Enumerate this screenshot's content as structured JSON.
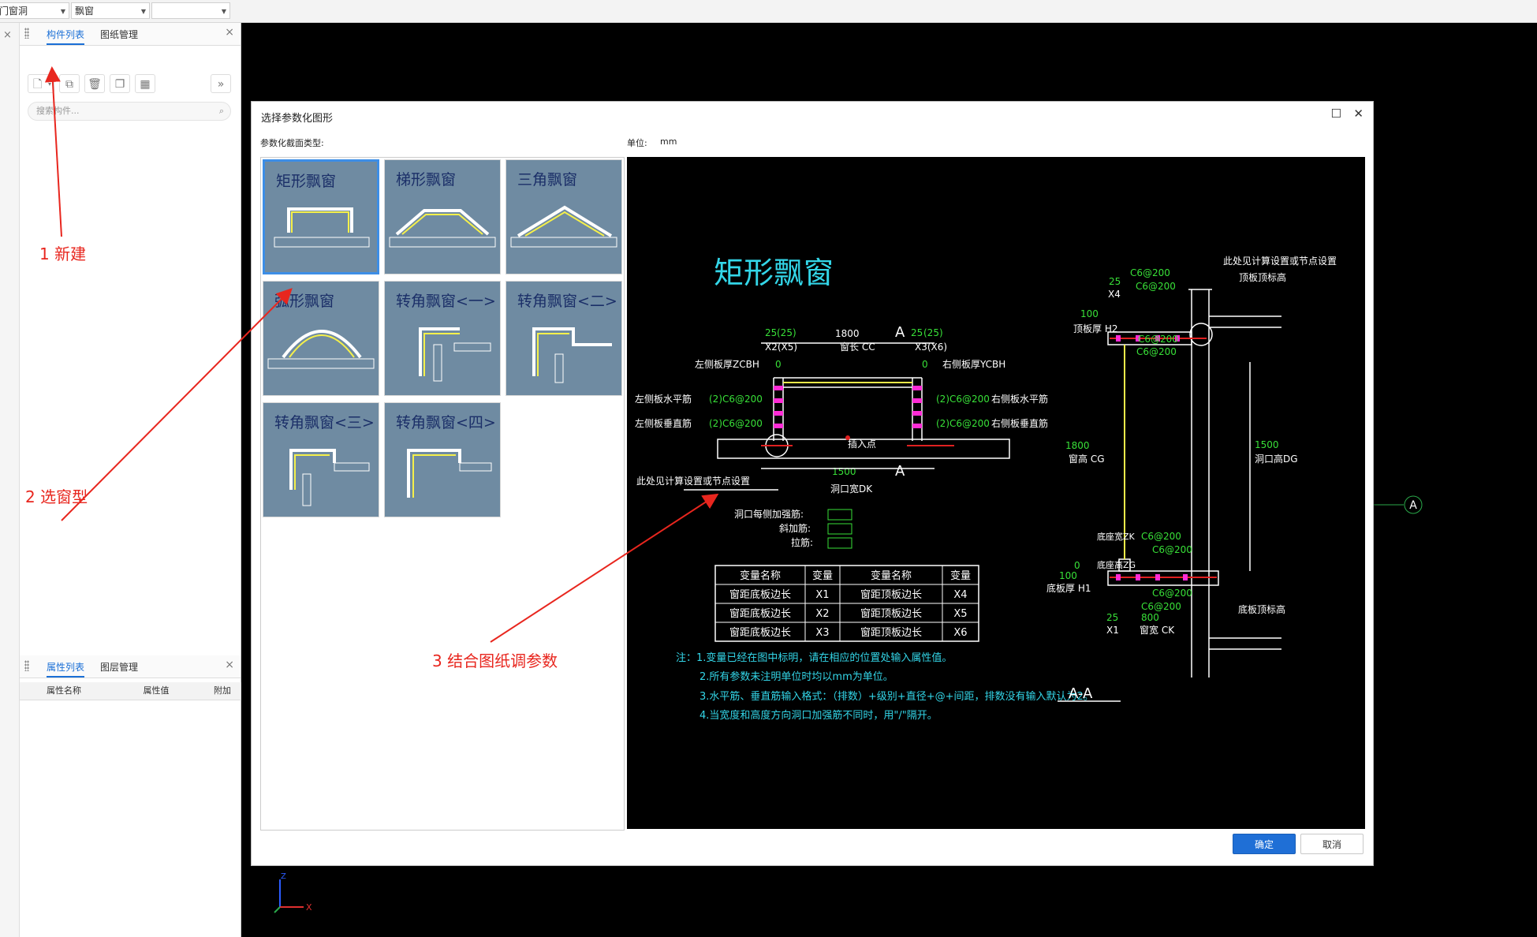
{
  "topbar": {
    "combo1": "门窗洞",
    "combo2": "飘窗"
  },
  "left_panel": {
    "tabs": [
      "构件列表",
      "图纸管理"
    ],
    "search_placeholder": "搜索构件...",
    "prop_tabs": [
      "属性列表",
      "图层管理"
    ],
    "prop_columns": [
      "属性名称",
      "属性值",
      "附加"
    ]
  },
  "dialog": {
    "title": "选择参数化图形",
    "section_label": "参数化截面类型:",
    "unit_label": "单位:",
    "unit_value": "mm",
    "shapes": [
      "矩形飘窗",
      "梯形飘窗",
      "三角飘窗",
      "弧形飘窗",
      "转角飘窗<一>",
      "转角飘窗<二>",
      "转角飘窗<三>",
      "转角飘窗<四>"
    ],
    "ok": "确定",
    "cancel": "取消"
  },
  "drawing": {
    "title": "矩形飘窗",
    "top_note": "此处见计算设置或节点设置",
    "dims": {
      "d25a": "25",
      "d25b": "(25)",
      "d1800": "1800",
      "d25c": "25",
      "d25d": "(25)",
      "x2x5": "X2(X5)",
      "cc": "窗长 CC",
      "x3x6": "X3(X6)",
      "zcbh": "左侧板厚ZCBH",
      "ycbh": "右侧板厚YCBH",
      "zero1": "0",
      "zero2": "0",
      "lh": "左侧板水平筋",
      "lhv": "(2)C6@200",
      "rhv": "(2)C6@200",
      "rh": "右侧板水平筋",
      "lv": "左侧板垂直筋",
      "lvv": "(2)C6@200",
      "rvv": "(2)C6@200",
      "rv": "右侧板垂直筋",
      "insert": "插入点",
      "d1500": "1500",
      "dk": "洞口宽DK",
      "secA": "A",
      "note_calc": "此处见计算设置或节点设置",
      "jj1": "洞口每侧加强筋:",
      "jj2": "斜加筋:",
      "jj3": "拉筋:"
    },
    "table": {
      "headers": [
        "变量名称",
        "变量",
        "变量名称",
        "变量"
      ],
      "rows": [
        [
          "窗距底板边长",
          "X1",
          "窗距顶板边长",
          "X4"
        ],
        [
          "窗距底板边长",
          "X2",
          "窗距顶板边长",
          "X5"
        ],
        [
          "窗距底板边长",
          "X3",
          "窗距顶板边长",
          "X6"
        ]
      ]
    },
    "notes": [
      "注：1.变量已经在图中标明，请在相应的位置处输入属性值。",
      "2.所有参数未注明单位时均以mm为单位。",
      "3.水平筋、垂直筋输入格式：（排数）+级别+直径+@+间距，排数没有输入默认为2。",
      "4.当宽度和高度方向洞口加强筋不同时，用\"/\"隔开。"
    ],
    "section": {
      "note": "此处见计算设置或节点设置",
      "top_label": "顶板顶标高",
      "c1": "C6@200",
      "c2": "C6@200",
      "c3": "C6@200",
      "c4": "C6@200",
      "d25": "25",
      "x4": "X4",
      "d100": "100",
      "h2": "顶板厚 H2",
      "d1800": "1800",
      "cg": "窗高 CG",
      "d1500": "1500",
      "dg": "洞口高DG",
      "dzk": "底座宽ZK",
      "dzg": "底座高ZG",
      "zero": "0",
      "c5": "C6@200",
      "c6": "C6@200",
      "c7": "C6@200",
      "c8": "C6@200",
      "d100b": "100",
      "h1": "底板厚 H1",
      "bottom_label": "底板顶标高",
      "d25b": "25",
      "d800": "800",
      "x1": "X1",
      "ck": "窗宽 CK",
      "title": "A-A"
    }
  },
  "canvas": {
    "axis_tag": "A"
  },
  "annotations": {
    "a1": "1 新建",
    "a2": "2 选窗型",
    "a3": "3 结合图纸调参数"
  }
}
